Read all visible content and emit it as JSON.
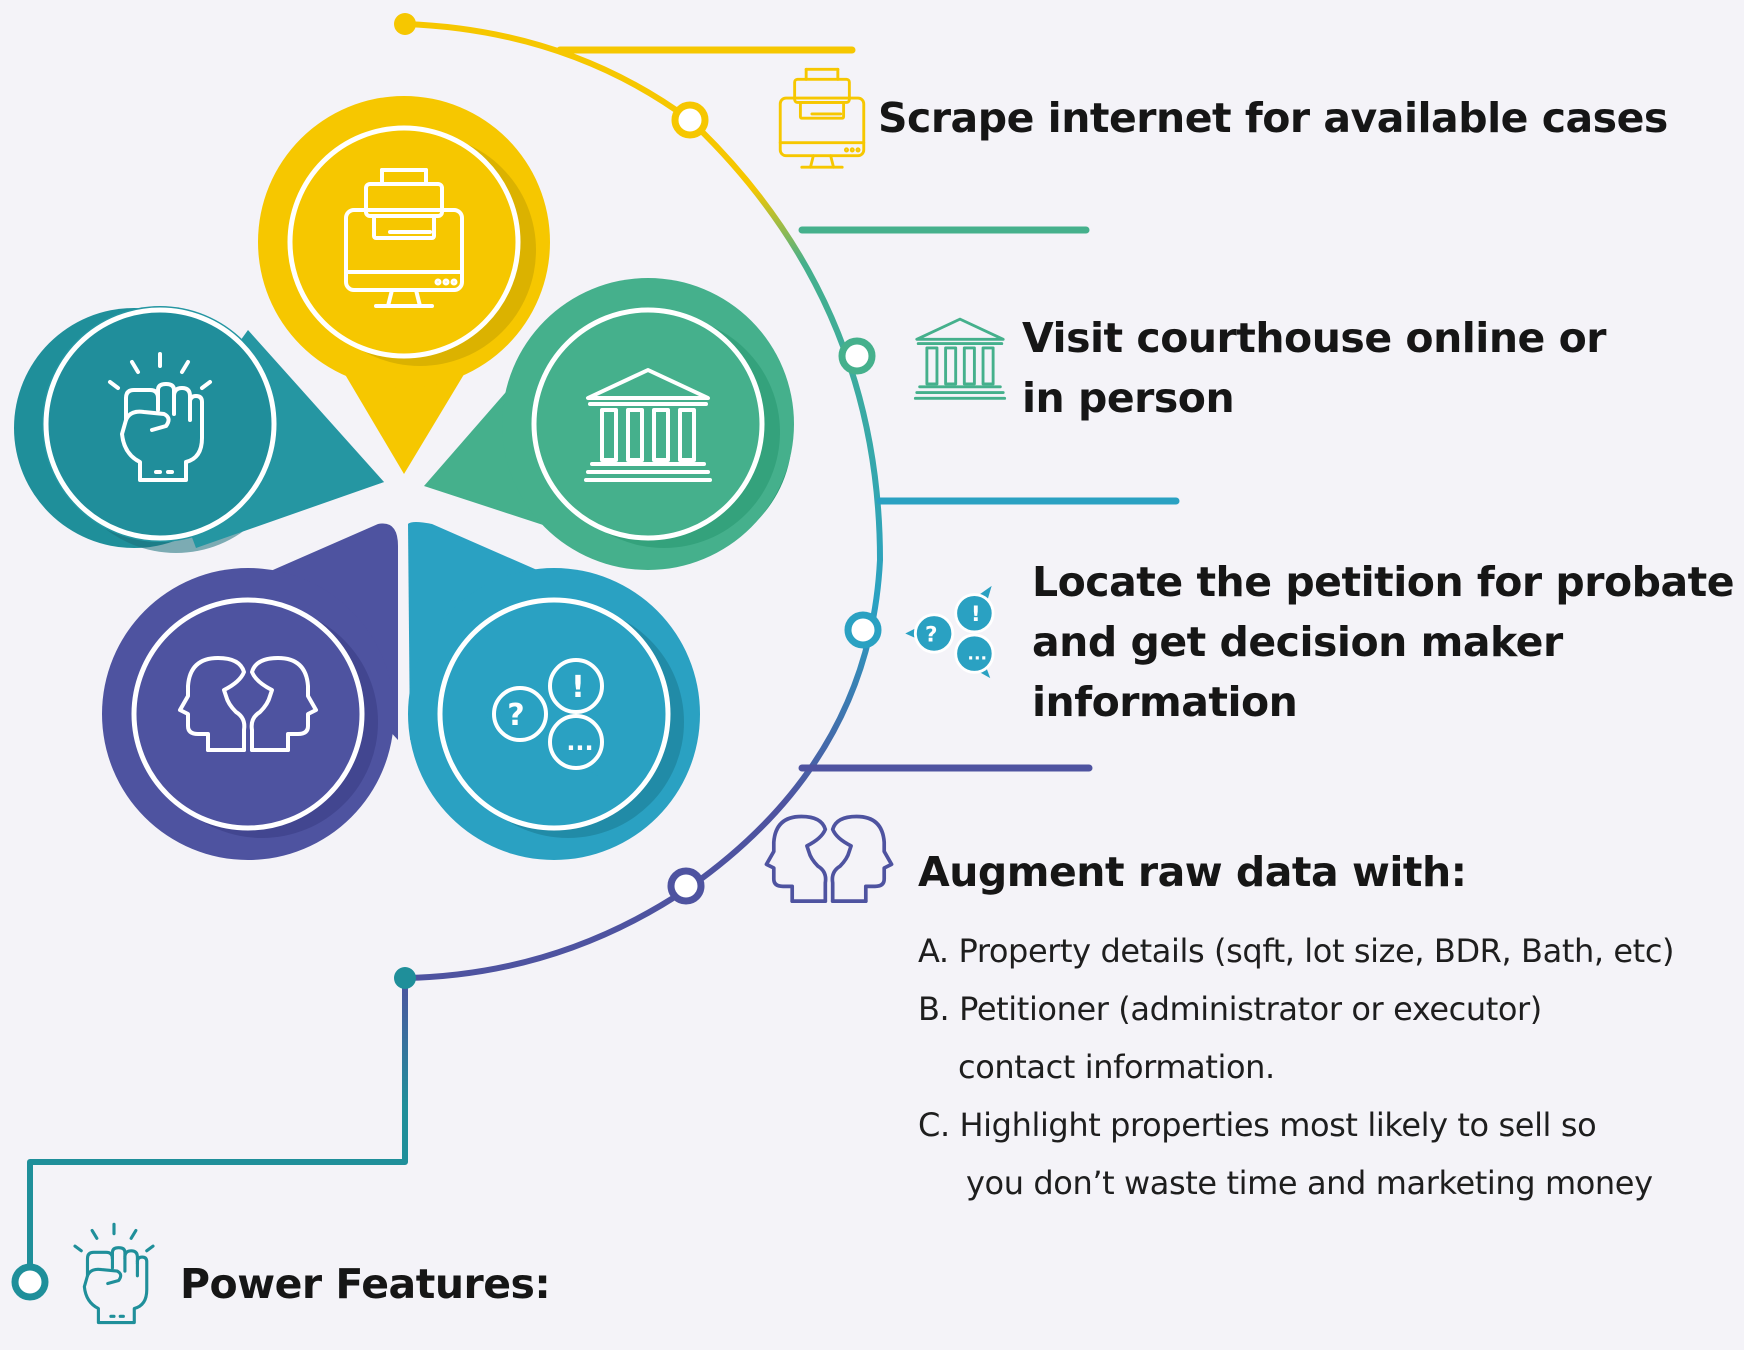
{
  "steps": [
    {
      "title_lines": [
        "Scrape internet for available cases"
      ],
      "icon": "monitor-printer-icon",
      "color": "#f6c700"
    },
    {
      "title_lines": [
        "Visit courthouse online or",
        "in person"
      ],
      "icon": "courthouse-icon",
      "color": "#45b08c"
    },
    {
      "title_lines": [
        "Locate the petition for probate",
        "and get decision maker",
        "information"
      ],
      "icon": "speech-bubbles-icon",
      "color": "#2aa1c2"
    },
    {
      "title_lines": [
        "Augment raw data with:"
      ],
      "icon": "two-heads-icon",
      "color": "#4e53a0"
    }
  ],
  "augment_items": [
    {
      "prefix": "A.",
      "lines": [
        "Property details (sqft, lot size, BDR, Bath, etc)"
      ]
    },
    {
      "prefix": "B.",
      "lines": [
        "Petitioner (administrator or executor)",
        "contact information."
      ]
    },
    {
      "prefix": "C.",
      "lines": [
        "Highlight properties most likely to sell so",
        "you don’t waste time and marketing money"
      ]
    }
  ],
  "footer": {
    "title": "Power Features:",
    "icon": "raised-fist-icon",
    "color": "#1f8f9a"
  },
  "petals": [
    {
      "icon": "raised-fist-icon",
      "color": "#1f8f9a"
    },
    {
      "icon": "monitor-printer-icon",
      "color": "#f6c700"
    },
    {
      "icon": "courthouse-icon",
      "color": "#45b08c"
    },
    {
      "icon": "two-heads-icon",
      "color": "#4e53a0"
    },
    {
      "icon": "speech-bubbles-icon",
      "color": "#2aa1c2"
    }
  ]
}
